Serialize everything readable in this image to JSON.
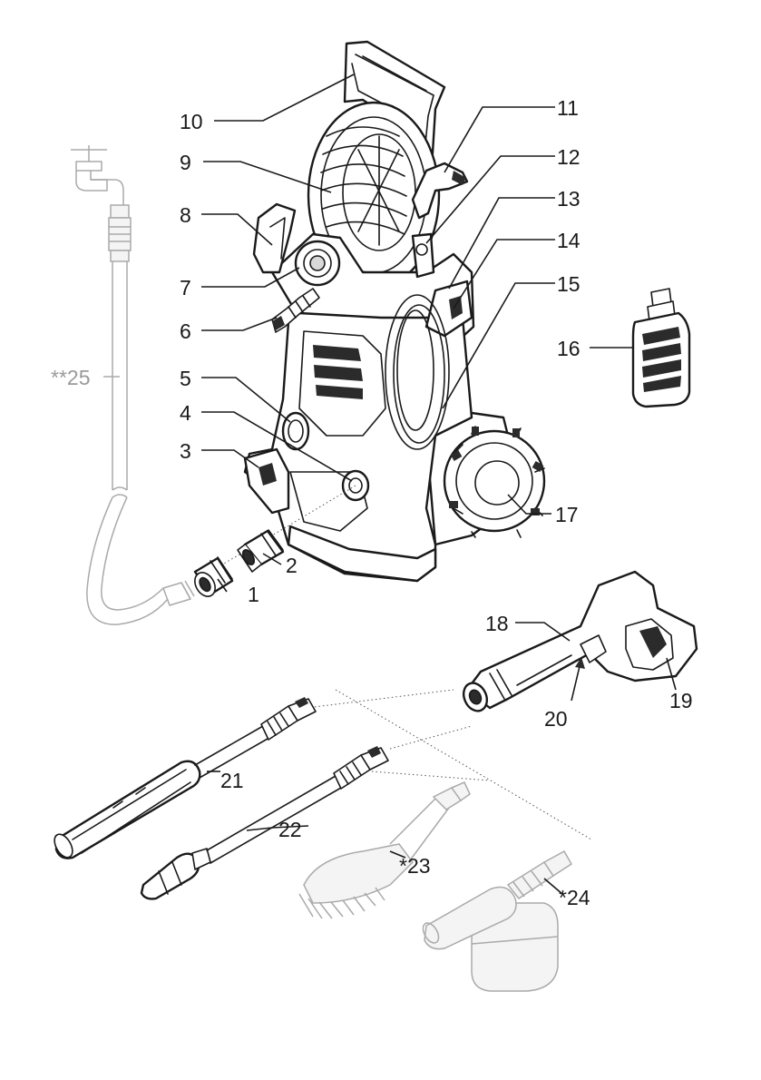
{
  "labels": {
    "l1": "1",
    "l2": "2",
    "l3": "3",
    "l4": "4",
    "l5": "5",
    "l6": "6",
    "l7": "7",
    "l8": "8",
    "l9": "9",
    "l10": "10",
    "l11": "11",
    "l12": "12",
    "l13": "13",
    "l14": "14",
    "l15": "15",
    "l16": "16",
    "l17": "17",
    "l18": "18",
    "l19": "19",
    "l20": "20",
    "l21": "21",
    "l22": "22",
    "l23": "*23",
    "l24": "*24",
    "l25": "**25"
  },
  "colors": {
    "line": "#1a1a1a",
    "optional_part": "#aaaaaa",
    "background": "#ffffff"
  }
}
